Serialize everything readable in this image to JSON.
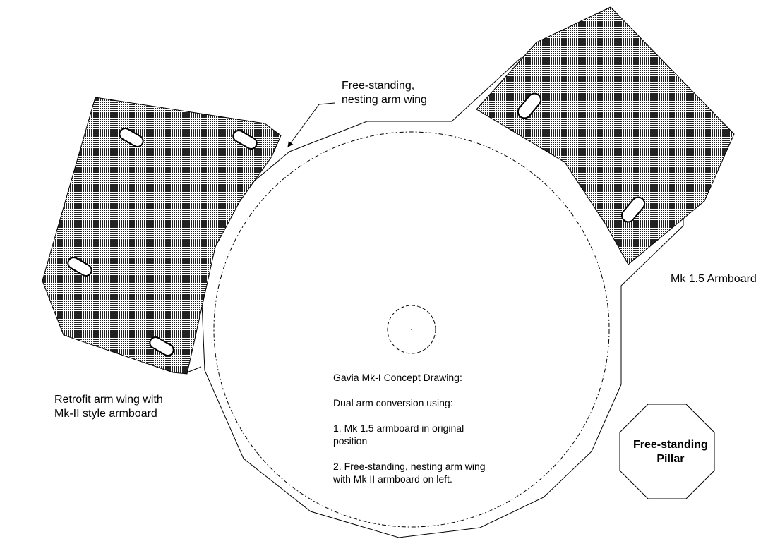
{
  "labels": {
    "free_standing_wing": [
      "Free-standing,",
      "nesting arm wing"
    ],
    "mk15_armboard": "Mk 1.5 Armboard",
    "retrofit_wing": [
      "Retrofit arm wing with",
      "Mk-II style armboard"
    ],
    "pillar": [
      "Free-standing",
      "Pillar"
    ]
  },
  "notes": {
    "title": "Gavia Mk-I Concept Drawing:",
    "subtitle": "Dual arm conversion using:",
    "item1": [
      "1.  Mk 1.5 armboard in original",
      "position"
    ],
    "item2": [
      "2. Free-standing, nesting arm wing",
      "with Mk II armboard on left."
    ]
  },
  "colors": {
    "line": "#000000",
    "hatch": "#000000",
    "background": "#ffffff"
  }
}
